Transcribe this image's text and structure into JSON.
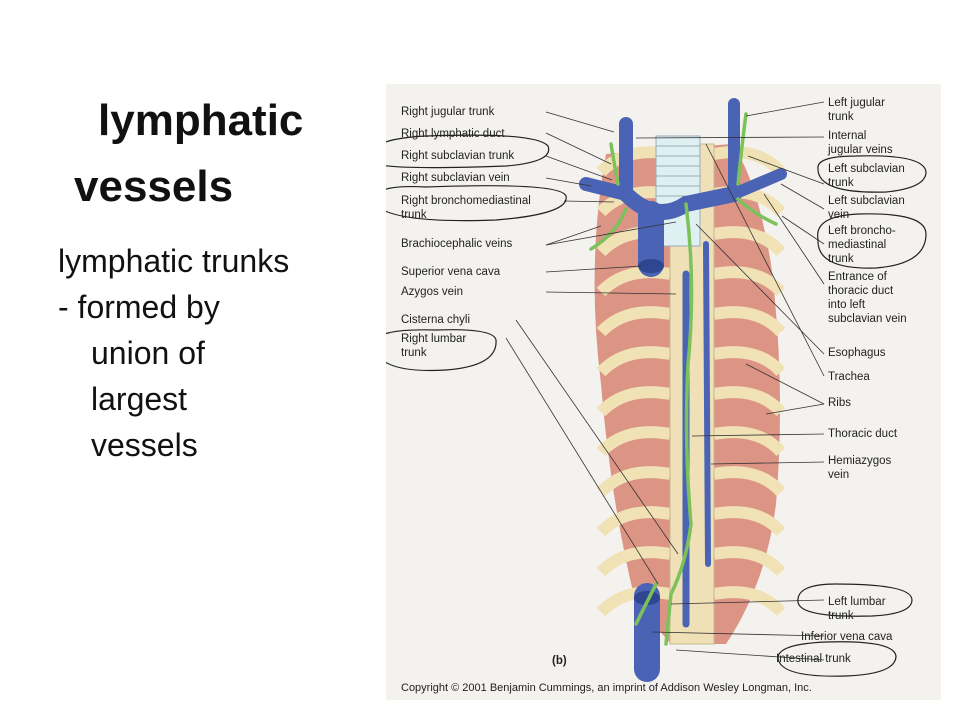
{
  "slide": {
    "title_line1": "lymphatic",
    "title_line2": "vessels",
    "body_line1": "lymphatic trunks",
    "body_line2": "- formed by",
    "body_line3": "union of",
    "body_line4": "largest",
    "body_line5": "vessels"
  },
  "figure": {
    "panel_label": "(b)",
    "copyright": "Copyright © 2001 Benjamin Cummings, an imprint of Addison Wesley Longman, Inc.",
    "left_labels": [
      "Right jugular trunk",
      "Right lymphatic duct",
      "Right subclavian trunk",
      "Right subclavian vein",
      "Right bronchomediastinal",
      "trunk",
      "Brachiocephalic veins",
      "Superior vena cava",
      "Azygos vein",
      "Cisterna chyli",
      "Right lumbar",
      "trunk"
    ],
    "right_labels": [
      "Left jugular",
      "trunk",
      "Internal",
      "jugular veins",
      "Left subclavian",
      "trunk",
      "Left subclavian",
      "vein",
      "Left broncho-",
      "mediastinal",
      "trunk",
      "Entrance of",
      "thoracic duct",
      "into left",
      "subclavian vein",
      "Esophagus",
      "Trachea",
      "Ribs",
      "Thoracic duct",
      "Hemiazygos",
      "vein",
      "Left lumbar",
      "trunk",
      "Inferior vena cava",
      "Intestinal trunk"
    ],
    "colors": {
      "vein": "#4a63b4",
      "lymph": "#7bc25a",
      "rib": "#e8b0a0",
      "bone": "#f1e2b6",
      "muscle": "#d98a7c"
    }
  }
}
